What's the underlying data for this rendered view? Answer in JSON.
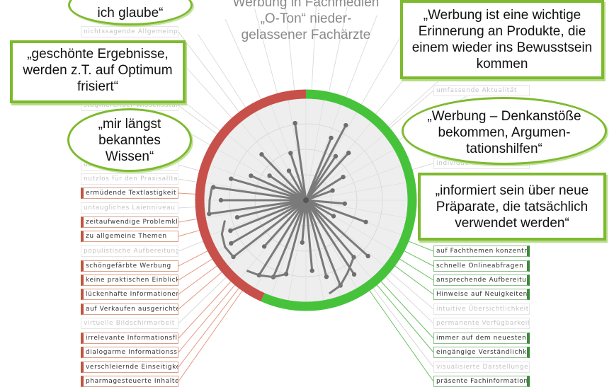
{
  "title": {
    "lines": [
      "Werbung in Fachmedien",
      "„O-Ton“ nieder-",
      "gelassener Fachärzte"
    ]
  },
  "quotes": [
    {
      "text": "ich glaube“"
    },
    {
      "text": "„geschönte Ergebnisse, werden z.T. auf Optimum frisiert“"
    },
    {
      "text": "„mir längst bekanntes Wissen“"
    },
    {
      "text": "„Werbung ist eine wichtige Erinnerung an Produkte, die einem wieder ins Bewusstsein kommen"
    },
    {
      "text": "„Werbung – Denkanstöße bekommen, Argumen-tationshilfen“"
    },
    {
      "text": "„informiert sein über neue Präparate, die tatsächlich verwendet werden“"
    }
  ],
  "left_labels": [
    {
      "text": "nichtssagende Allgemeinplätze",
      "emphasis": "faint"
    },
    {
      "text": "stagnierender Wissensstand",
      "emphasis": "faint"
    },
    {
      "text": "überflüssige Inhalte",
      "emphasis": "faint"
    },
    {
      "text": "nutzlos für den Praxisalltag",
      "emphasis": "faint"
    },
    {
      "text": "ermüdende Textlastigkeit",
      "emphasis": "strong"
    },
    {
      "text": "untaugliches Laienniveau",
      "emphasis": "faint"
    },
    {
      "text": "zeitaufwendige Problemklärung",
      "emphasis": "strong"
    },
    {
      "text": "zu allgemeine Themen",
      "emphasis": "strong"
    },
    {
      "text": "populistische Aufbereitung",
      "emphasis": "faint"
    },
    {
      "text": "schöngefärbte Werbung",
      "emphasis": "strong"
    },
    {
      "text": "keine praktischen Einblicke",
      "emphasis": "strong"
    },
    {
      "text": "lückenhafte Informationen",
      "emphasis": "strong"
    },
    {
      "text": "auf Verkaufen ausgerichtet",
      "emphasis": "strong"
    },
    {
      "text": "virtuelle Bildschirmarbeit",
      "emphasis": "faint"
    },
    {
      "text": "irrelevante Informationsflut",
      "emphasis": "strong"
    },
    {
      "text": "dialogarme Informationssuche",
      "emphasis": "strong"
    },
    {
      "text": "verschleiernde Einseitigkeit",
      "emphasis": "strong"
    },
    {
      "text": "pharmagesteuerte Inhalte",
      "emphasis": "strong"
    }
  ],
  "right_labels": [
    {
      "text": "umfassende Aktualität",
      "emphasis": "faint"
    },
    {
      "text": "individuelle Beratung",
      "emphasis": "faint"
    },
    {
      "text": "auf Fachthemen konzentriert",
      "emphasis": "strong"
    },
    {
      "text": "schnelle Onlineabfragen",
      "emphasis": "strong"
    },
    {
      "text": "ansprechende Aufbereitung",
      "emphasis": "strong"
    },
    {
      "text": "Hinweise auf Neuigkeiten",
      "emphasis": "strong"
    },
    {
      "text": "intuitive Übersichtlichkeit",
      "emphasis": "faint"
    },
    {
      "text": "permanente Verfügbarkeit",
      "emphasis": "faint"
    },
    {
      "text": "immer auf dem neuesten Stand",
      "emphasis": "strong"
    },
    {
      "text": "eingängige Verständlichkeit",
      "emphasis": "strong"
    },
    {
      "text": "visualisierte Darstellungen",
      "emphasis": "faint"
    },
    {
      "text": "präsente Fachinformationen",
      "emphasis": "strong"
    }
  ],
  "colors": {
    "negative": "#c8504a",
    "positive": "#46c33b",
    "quote_border": "#7dba2f",
    "plot_fill": "#eeeeee",
    "plot_line": "#7a7a7a",
    "connector_left": "#e39a80",
    "connector_right": "#6cbf62"
  }
}
